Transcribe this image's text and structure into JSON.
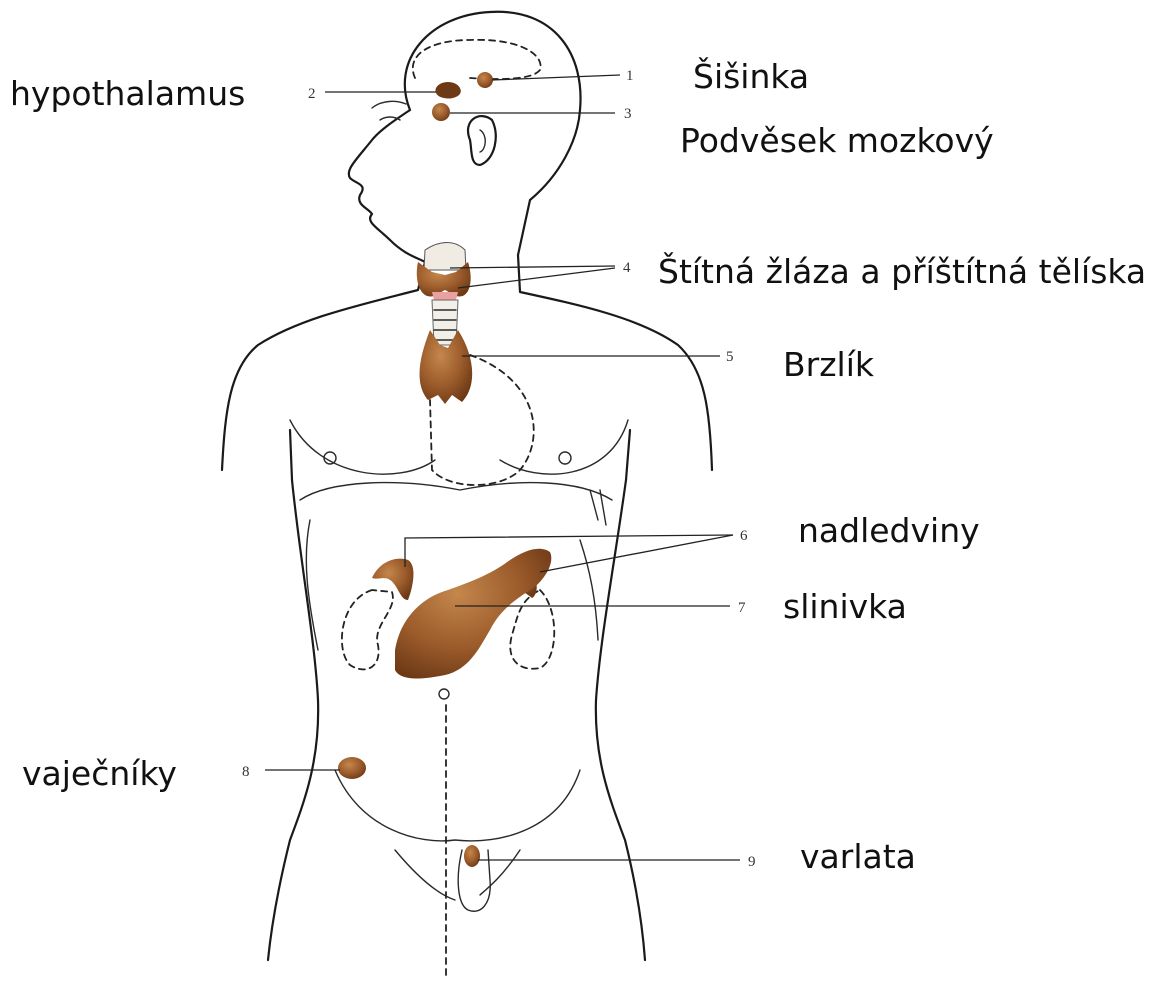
{
  "labels": {
    "hypothalamus": "hypothalamus",
    "sisinka": "Šišinka",
    "podvesek": "Podvěsek mozkový",
    "stitna": "Štítná žláza a příštítná tělíska",
    "brzlik": "Brzlík",
    "nadledviny": "nadledviny",
    "slinivka": "slinivka",
    "vajecniky": "vaječníky",
    "varlata": "varlata"
  },
  "numbers": {
    "n1": "1",
    "n2": "2",
    "n3": "3",
    "n4": "4",
    "n5": "5",
    "n6": "6",
    "n7": "7",
    "n8": "8",
    "n9": "9"
  },
  "colors": {
    "gland_fill": "#9a5a2a",
    "gland_dark": "#6e3a16",
    "outline": "#1a1a1a"
  }
}
